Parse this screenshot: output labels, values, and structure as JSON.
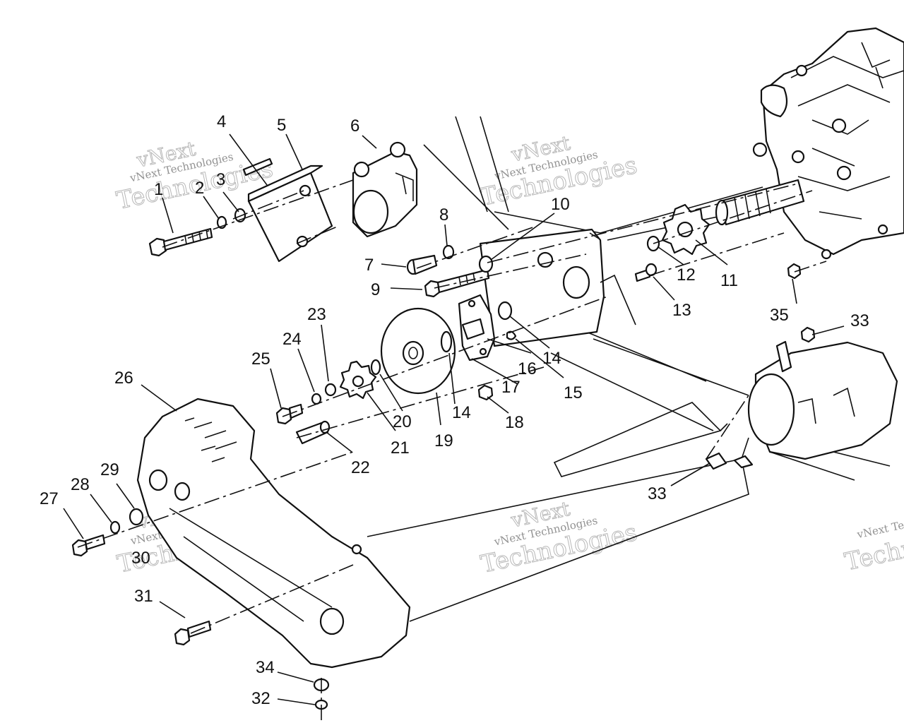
{
  "callouts": {
    "c1": "1",
    "c2": "2",
    "c3": "3",
    "c4": "4",
    "c5": "5",
    "c6": "6",
    "c7": "7",
    "c8": "8",
    "c9": "9",
    "c10": "10",
    "c11": "11",
    "c12": "12",
    "c13": "13",
    "c14a": "14",
    "c14b": "14",
    "c15": "15",
    "c16": "16",
    "c17": "17",
    "c18": "18",
    "c19": "19",
    "c20": "20",
    "c21": "21",
    "c22": "22",
    "c23": "23",
    "c24": "24",
    "c25": "25",
    "c26": "26",
    "c27": "27",
    "c28": "28",
    "c29": "29",
    "c30": "30",
    "c31": "31",
    "c32": "32",
    "c33a": "33",
    "c33b": "33",
    "c34": "34",
    "c35": "35"
  },
  "watermark": {
    "line1": "vNext",
    "line2": "Technologies",
    "small": "vNext Technologies"
  }
}
